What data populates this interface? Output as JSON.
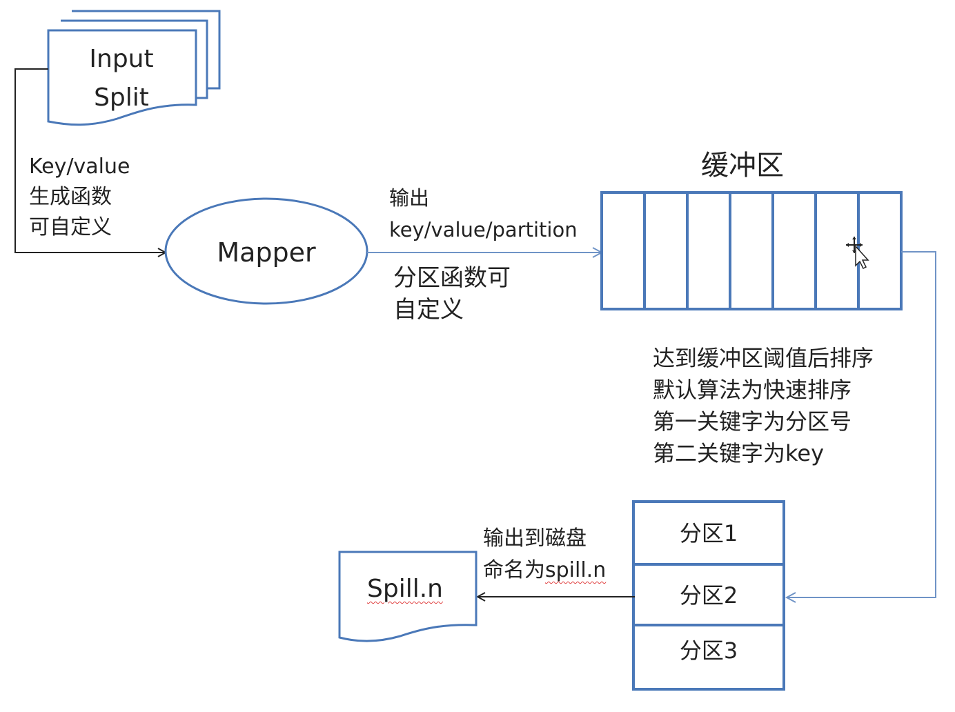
{
  "colors": {
    "shape_stroke": "#4a78b8",
    "connector_dark": "#222222",
    "connector_blue": "#6f93c6",
    "spellcheck_underline": "#e04040",
    "background": "#ffffff"
  },
  "nodes": {
    "input_split": {
      "line1": "Input",
      "line2": "Split",
      "shape": "multi-document"
    },
    "mapper": {
      "label": "Mapper",
      "shape": "ellipse"
    },
    "buffer": {
      "title": "缓冲区",
      "shape": "segmented-rectangle",
      "cell_count": 7
    },
    "partitions": {
      "shape": "stacked-rectangles",
      "items": [
        "分区1",
        "分区2",
        "分区3"
      ]
    },
    "spill": {
      "label": "Spill.n",
      "shape": "document"
    }
  },
  "annotations": {
    "kv_generation": [
      "Key/value",
      "生成函数",
      "可自定义"
    ],
    "mapper_output": [
      "输出",
      "key/value/partition"
    ],
    "partition_function": [
      "分区函数可",
      "自定义"
    ],
    "sort_notes": [
      "达到缓冲区阈值后排序",
      "默认算法为快速排序",
      "第一关键字为分区号",
      "第二关键字为key"
    ],
    "disk_output": [
      "输出到磁盘",
      "命名为",
      "spill.n"
    ]
  },
  "edges": [
    {
      "from": "input_split",
      "to": "mapper"
    },
    {
      "from": "mapper",
      "to": "buffer"
    },
    {
      "from": "buffer",
      "to": "partitions"
    },
    {
      "from": "partitions",
      "to": "spill"
    }
  ],
  "cursor": {
    "icon": "move-cursor-icon"
  }
}
